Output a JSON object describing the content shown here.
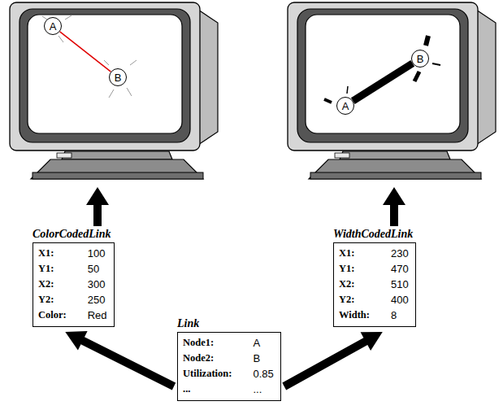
{
  "diagram": {
    "nodes": [
      {
        "text": [
          "A"
        ]
      },
      {
        "text": [
          "B"
        ]
      },
      {
        "text": [
          "A"
        ]
      },
      {
        "text": [
          "B"
        ]
      },
      {
        "text": [
          "ColorCodedLink",
          "X1:",
          "100",
          "Y1:",
          "50",
          "X2:",
          "300",
          "Y2:",
          "250",
          "Color:",
          "Red"
        ]
      },
      {
        "text": [
          "WidthCodedLink",
          "X1:",
          "230",
          "Y1:",
          "470",
          "X2:",
          "510",
          "Y2:",
          "400",
          "Width:",
          "8"
        ]
      },
      {
        "text": [
          "Link",
          "Node1:",
          "A",
          "Node2:",
          "B",
          "Utilization:",
          "0.85",
          "...",
          "..."
        ]
      }
    ],
    "edges": [
      {
        "from": 0,
        "to": 1,
        "arrow": "none"
      },
      {
        "from": 2,
        "to": 3,
        "arrow": "none"
      },
      {
        "from": 6,
        "to": 4,
        "arrow": "to"
      },
      {
        "from": 6,
        "to": 5,
        "arrow": "to"
      }
    ]
  }
}
